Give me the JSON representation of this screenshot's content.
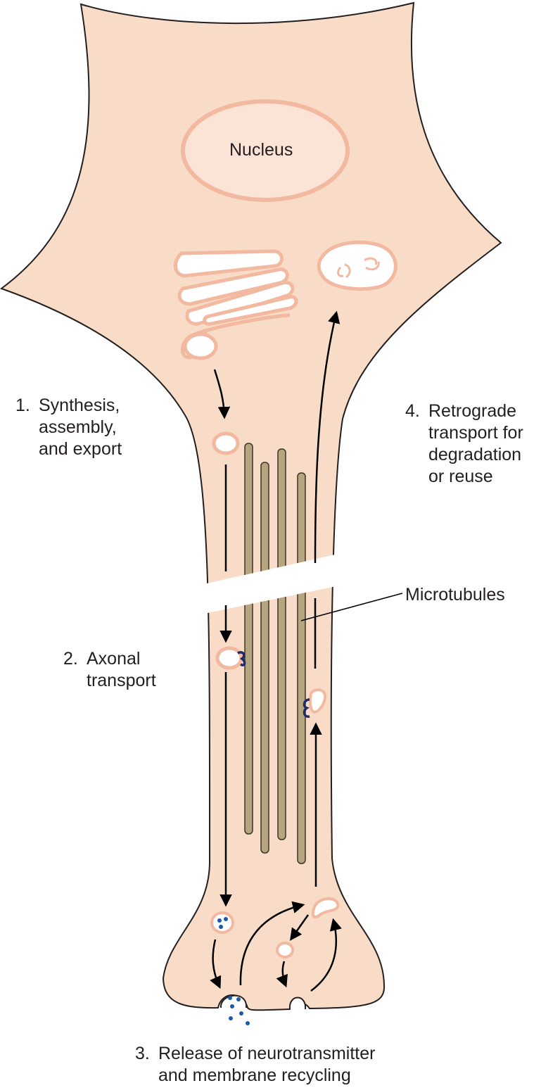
{
  "labels": {
    "nucleus": "Nucleus",
    "microtubules": "Microtubules",
    "step1": {
      "number": "1.",
      "lines": [
        "Synthesis,",
        "assembly,",
        "and export"
      ]
    },
    "step2": {
      "number": "2.",
      "lines": [
        "Axonal",
        "transport"
      ]
    },
    "step3": {
      "number": "3.",
      "lines": [
        "Release of neurotransmitter",
        "and membrane recycling"
      ]
    },
    "step4": {
      "number": "4.",
      "lines": [
        "Retrograde",
        "transport for",
        "degradation",
        "or reuse"
      ]
    }
  },
  "colors": {
    "cytoplasm": "#f9dcc8",
    "membrane": "#231f20",
    "organelle_outline": "#f2b9a0",
    "microtubule_fill": "#b7a57f",
    "microtubule_stroke": "#3b3428",
    "motor_protein": "#1f2a6b",
    "neurotransmitter": "#1b5aa8",
    "arrow": "#000000"
  }
}
